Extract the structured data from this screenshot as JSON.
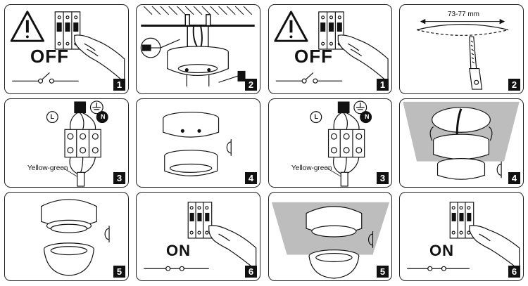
{
  "panels": [
    {
      "id": "p1",
      "step": "1",
      "state_label": "OFF"
    },
    {
      "id": "p2",
      "step": "2"
    },
    {
      "id": "p3",
      "step": "1",
      "state_label": "OFF"
    },
    {
      "id": "p4",
      "step": "2",
      "dimension_label": "73-77 mm"
    },
    {
      "id": "p5",
      "step": "3",
      "wire_label": "Yellow-green",
      "terminal_live": "L",
      "terminal_neutral": "N"
    },
    {
      "id": "p6",
      "step": "4"
    },
    {
      "id": "p7",
      "step": "3",
      "wire_label": "Yellow-green",
      "terminal_live": "L",
      "terminal_neutral": "N"
    },
    {
      "id": "p8",
      "step": "4"
    },
    {
      "id": "p9",
      "step": "5"
    },
    {
      "id": "p10",
      "step": "6",
      "state_label": "ON"
    },
    {
      "id": "p11",
      "step": "5"
    },
    {
      "id": "p12",
      "step": "6",
      "state_label": "ON"
    }
  ],
  "icons": {
    "warning": "warning-triangle-icon",
    "ground": "ground-symbol-icon",
    "rotate": "rotate-clockwise-icon",
    "breaker": "circuit-breaker-icon",
    "hand": "pointing-hand-icon",
    "switch_open": "switch-open-icon",
    "switch_closed": "switch-closed-icon",
    "screwdriver": "screwdriver-icon",
    "saw": "hole-saw-icon"
  }
}
